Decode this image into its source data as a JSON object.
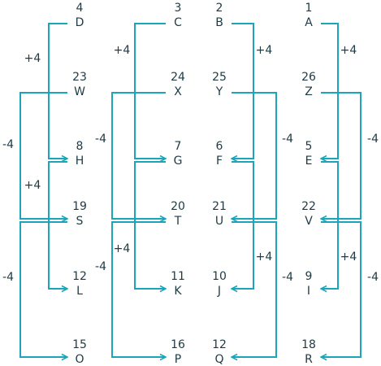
{
  "colors": {
    "line": "#1aa5bb",
    "text": "#1f3a44",
    "background": "#ffffff"
  },
  "nodes": [
    {
      "id": "D",
      "number": "4",
      "letter": "D"
    },
    {
      "id": "C",
      "number": "3",
      "letter": "C"
    },
    {
      "id": "B",
      "number": "2",
      "letter": "B"
    },
    {
      "id": "A",
      "number": "1",
      "letter": "A"
    },
    {
      "id": "W",
      "number": "23",
      "letter": "W"
    },
    {
      "id": "X",
      "number": "24",
      "letter": "X"
    },
    {
      "id": "Y",
      "number": "25",
      "letter": "Y"
    },
    {
      "id": "Z",
      "number": "26",
      "letter": "Z"
    },
    {
      "id": "H",
      "number": "8",
      "letter": "H"
    },
    {
      "id": "G",
      "number": "7",
      "letter": "G"
    },
    {
      "id": "F",
      "number": "6",
      "letter": "F"
    },
    {
      "id": "E",
      "number": "5",
      "letter": "E"
    },
    {
      "id": "S",
      "number": "19",
      "letter": "S"
    },
    {
      "id": "T",
      "number": "20",
      "letter": "T"
    },
    {
      "id": "U",
      "number": "21",
      "letter": "U"
    },
    {
      "id": "V",
      "number": "22",
      "letter": "V"
    },
    {
      "id": "L",
      "number": "12",
      "letter": "L"
    },
    {
      "id": "K",
      "number": "11",
      "letter": "K"
    },
    {
      "id": "J",
      "number": "10",
      "letter": "J"
    },
    {
      "id": "I",
      "number": "9",
      "letter": "I"
    },
    {
      "id": "O",
      "number": "15",
      "letter": "O"
    },
    {
      "id": "P",
      "number": "16",
      "letter": "P"
    },
    {
      "id": "Q",
      "number": "12",
      "letter": "Q"
    },
    {
      "id": "R",
      "number": "18",
      "letter": "R"
    }
  ],
  "connectors": [
    {
      "id": "d-to-h",
      "from": "D",
      "to": "H",
      "label": "+4"
    },
    {
      "id": "c-to-g",
      "from": "C",
      "to": "G",
      "label": "+4"
    },
    {
      "id": "b-to-f",
      "from": "B",
      "to": "F",
      "label": "+4"
    },
    {
      "id": "a-to-e",
      "from": "A",
      "to": "E",
      "label": "+4"
    },
    {
      "id": "w-to-s",
      "from": "W",
      "to": "S",
      "label": "-4"
    },
    {
      "id": "x-to-t",
      "from": "X",
      "to": "T",
      "label": "-4"
    },
    {
      "id": "y-to-u",
      "from": "Y",
      "to": "U",
      "label": "-4"
    },
    {
      "id": "z-to-v",
      "from": "Z",
      "to": "V",
      "label": "-4"
    },
    {
      "id": "h-to-l",
      "from": "H",
      "to": "L",
      "label": "+4"
    },
    {
      "id": "g-to-k",
      "from": "G",
      "to": "K",
      "label": "+4"
    },
    {
      "id": "f-to-j",
      "from": "F",
      "to": "J",
      "label": "+4"
    },
    {
      "id": "e-to-i",
      "from": "E",
      "to": "I",
      "label": "+4"
    },
    {
      "id": "s-to-o",
      "from": "S",
      "to": "O",
      "label": "-4"
    },
    {
      "id": "t-to-p",
      "from": "T",
      "to": "P",
      "label": "-4"
    },
    {
      "id": "u-to-q",
      "from": "U",
      "to": "Q",
      "label": "-4"
    },
    {
      "id": "v-to-r",
      "from": "V",
      "to": "R",
      "label": "-4"
    }
  ]
}
